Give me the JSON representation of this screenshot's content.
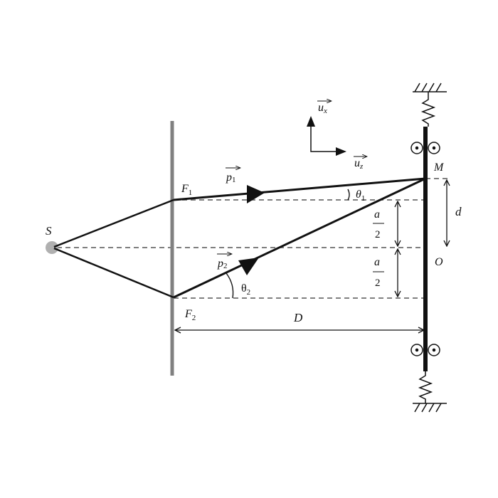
{
  "labels": {
    "source": "S",
    "slit1": "F",
    "slit1_sub": "1",
    "slit2": "F",
    "slit2_sub": "2",
    "point_m": "M",
    "origin": "O",
    "distance_d": "d",
    "distance_D": "D",
    "half_a_num": "a",
    "half_a_den": "2",
    "theta1": "θ",
    "theta1_sub": "1",
    "theta2": "θ",
    "theta2_sub": "2",
    "p1": "p",
    "p1_sub": "1",
    "p2": "p",
    "p2_sub": "2",
    "ux": "u",
    "ux_sub": "x",
    "uz": "u",
    "uz_sub": "z"
  },
  "colors": {
    "ink": "#111111",
    "plate": "#808080",
    "source": "#b0b0b0",
    "dash": "#555555"
  }
}
